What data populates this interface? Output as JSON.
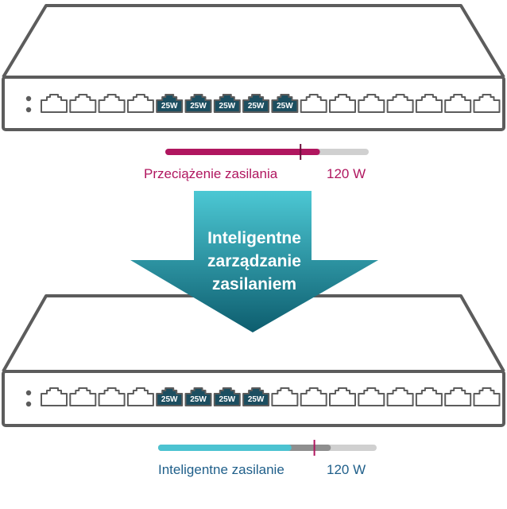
{
  "colors": {
    "outline": "#5c5c5c",
    "poe_port_fill": "#1c4e60",
    "poe_text": "#ffffff",
    "overload_accent": "#b0165f",
    "smart_accent": "#4cc3d1",
    "smart_text": "#1f5f8a",
    "track": "#d0d0d0",
    "arrow_top": "#4cc8d4",
    "arrow_bottom": "#0d5d6e"
  },
  "switch_top": {
    "port_count": 16,
    "poe_port_indices": [
      4,
      5,
      6,
      7,
      8
    ],
    "poe_label": "25W"
  },
  "switch_bottom": {
    "port_count": 16,
    "poe_port_indices": [
      4,
      5,
      6,
      7
    ],
    "poe_label": "25W"
  },
  "overload": {
    "label": "Przeciążenie zasilania",
    "value": "120 W",
    "fill_fraction": 0.76,
    "marker_fraction": 0.665
  },
  "arrow": {
    "lines": [
      "Inteligentne",
      "zarządzanie",
      "zasilaniem"
    ]
  },
  "smart": {
    "label": "Inteligentne zasilanie",
    "value": "120 W",
    "fill_fraction": 0.61,
    "gray_fraction": 0.79,
    "marker_fraction": 0.715
  }
}
